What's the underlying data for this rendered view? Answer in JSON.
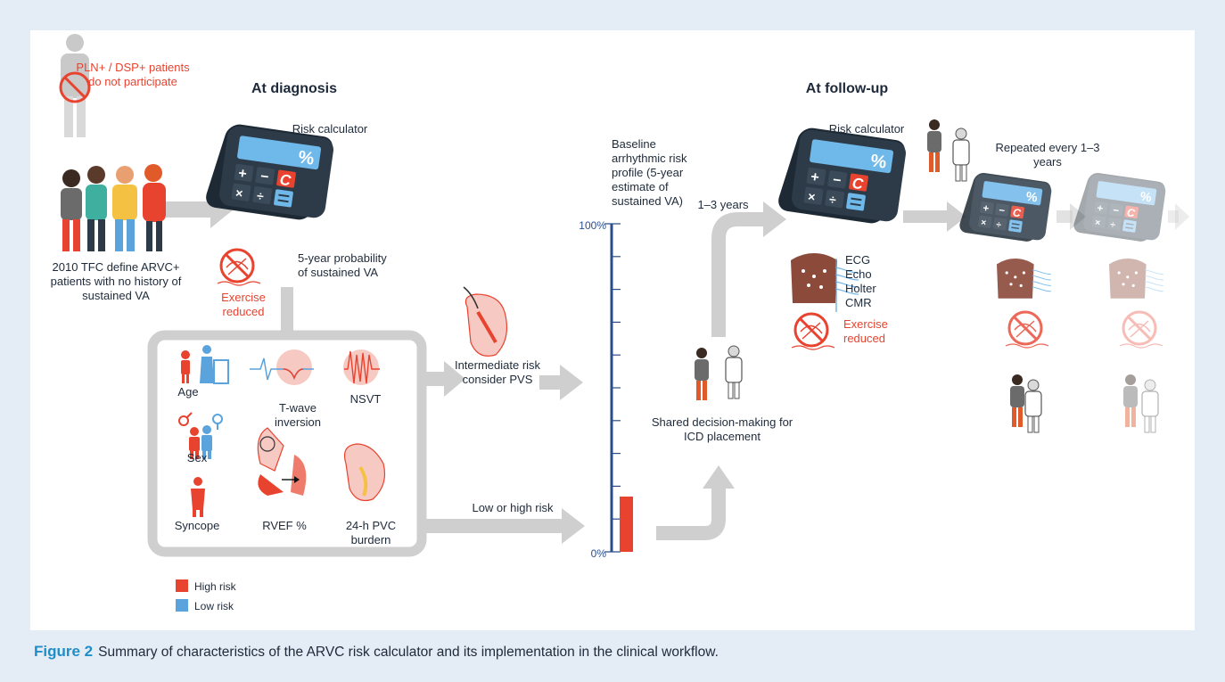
{
  "excluded": {
    "text": "PLN+ / DSP+ patients do not participate"
  },
  "headings": {
    "diagnosis": "At diagnosis",
    "followup": "At follow-up"
  },
  "diagnosis": {
    "calculator_label": "Risk calculator",
    "population": "2010 TFC define ARVC+ patients with no history of sustained VA",
    "exercise": "Exercise reduced",
    "probability": "5-year probability of sustained VA",
    "predictors": [
      {
        "label": "Age",
        "icon": "age-icon"
      },
      {
        "label": "T-wave inversion",
        "icon": "twave-icon"
      },
      {
        "label": "NSVT",
        "icon": "nsvt-icon"
      },
      {
        "label": "Sex",
        "icon": "sex-icon"
      },
      {
        "label": "Syncope",
        "icon": "syncope-icon"
      },
      {
        "label": "RVEF %",
        "icon": "rvef-icon"
      },
      {
        "label": "24-h PVC burdern",
        "icon": "pvc-heart-icon"
      }
    ],
    "intermediate": "Intermediate risk consider PVS",
    "low_high": "Low or high risk"
  },
  "baseline": {
    "title": "Baseline arrhythmic risk profile (5-year estimate of sustained VA)",
    "top": "100%",
    "bottom": "0%"
  },
  "shared": "Shared decision-making for ICD placement",
  "followup": {
    "interval": "1–3 years",
    "calculator_label": "Risk calculator",
    "repeated": "Repeated every 1–3 years",
    "tests": [
      "ECG",
      "Echo",
      "Holter",
      "CMR"
    ],
    "exercise": "Exercise reduced"
  },
  "legend": [
    {
      "label": "High risk",
      "color": "#e8432f"
    },
    {
      "label": "Low risk",
      "color": "#5ba3dc"
    }
  ],
  "caption": {
    "label": "Figure 2",
    "text": "Summary of characteristics of the ARVC risk calculator and its implementation in the clinical workflow."
  },
  "colors": {
    "accent": "#1f8dc8",
    "red": "#e8432f",
    "arrow": "#cfcfcf",
    "calc": "#2d3b48"
  }
}
